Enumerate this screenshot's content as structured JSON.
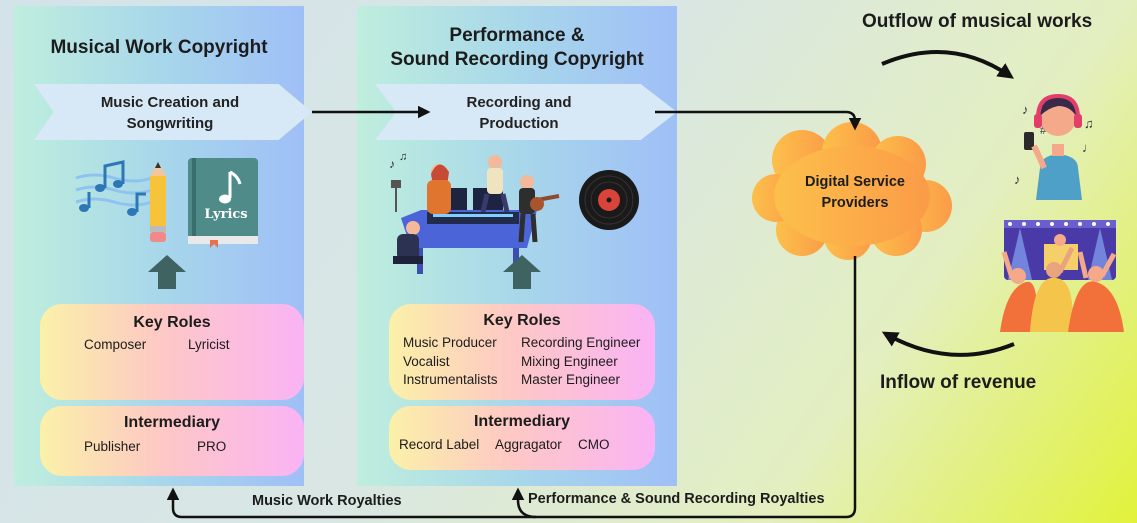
{
  "left_panel": {
    "title": "Musical Work Copyright",
    "stage": [
      "Music Creation and",
      "Songwriting"
    ],
    "book_label": "Lyrics",
    "key_roles": {
      "title": "Key Roles",
      "roles": [
        "Composer",
        "Lyricist"
      ]
    },
    "intermediary": {
      "title": "Intermediary",
      "items": [
        "Publisher",
        "PRO"
      ]
    }
  },
  "middle_panel": {
    "title": [
      "Performance &",
      "Sound Recording Copyright"
    ],
    "stage": [
      "Recording and",
      "Production"
    ],
    "key_roles": {
      "title": "Key Roles",
      "roles": [
        "Music Producer",
        "Recording Engineer",
        "Vocalist",
        "Mixing Engineer",
        "Instrumentalists",
        "Master Engineer"
      ]
    },
    "intermediary": {
      "title": "Intermediary",
      "items": [
        "Record Label",
        "Aggragator",
        "CMO"
      ]
    }
  },
  "dsp": {
    "label": [
      "Digital Service",
      "Providers"
    ]
  },
  "flows": {
    "outflow": "Outflow of musical works",
    "inflow": "Inflow of revenue",
    "music_work_royalties": "Music Work Royalties",
    "performance_royalties": "Performance & Sound Recording Royalties"
  },
  "colors": {
    "cloud": "#fcb94a",
    "arrow": "#111111",
    "up_arrow": "#3e6360",
    "book": "#4e8b89"
  },
  "icons": [
    "music-notes-icon",
    "pencil-icon",
    "lyrics-book-icon",
    "recording-studio-icon",
    "vinyl-record-icon",
    "listener-icon",
    "concert-icon"
  ]
}
